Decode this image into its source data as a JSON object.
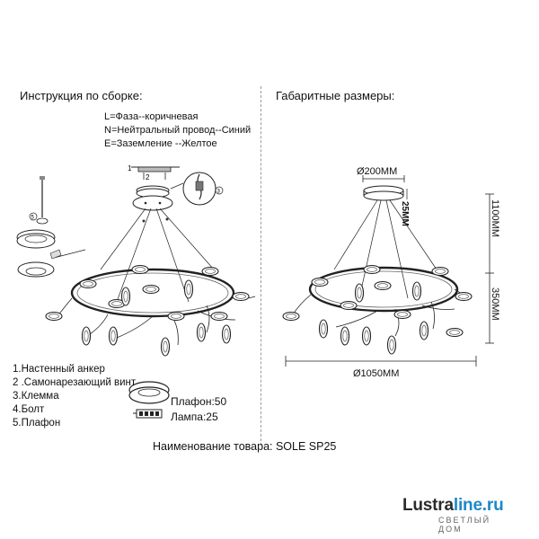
{
  "headings": {
    "assembly": "Инструкция по сборке:",
    "dimensions": "Габаритные размеры:"
  },
  "wiring": [
    "L=Фаза--коричневая",
    "N=Нейтральный провод--Синий",
    "E=Заземление --Желтое"
  ],
  "parts": [
    "1.Настенный анкер",
    "2 .Самонарезающий винт",
    "3.Клемма",
    "4.Болт",
    "5.Плафон"
  ],
  "counts": {
    "shades": "Плафон:50",
    "lamps": "Лампа:25"
  },
  "product_name": "Наименование товара: SOLE SP25",
  "dimensions": {
    "canopy": "Ø200MM",
    "canopy_height": "25MM",
    "suspension": "1100MM",
    "body_height": "350MM",
    "diameter": "Ø1050MM"
  },
  "callouts": [
    "1",
    "2",
    "5",
    "3"
  ],
  "logo": {
    "main_a": "Lustra",
    "main_b": "line.ru",
    "tagline": "СВЕТЛЫЙ ДОМ",
    "color_dark": "#2b2b2b",
    "color_blue": "#1e88c8"
  }
}
